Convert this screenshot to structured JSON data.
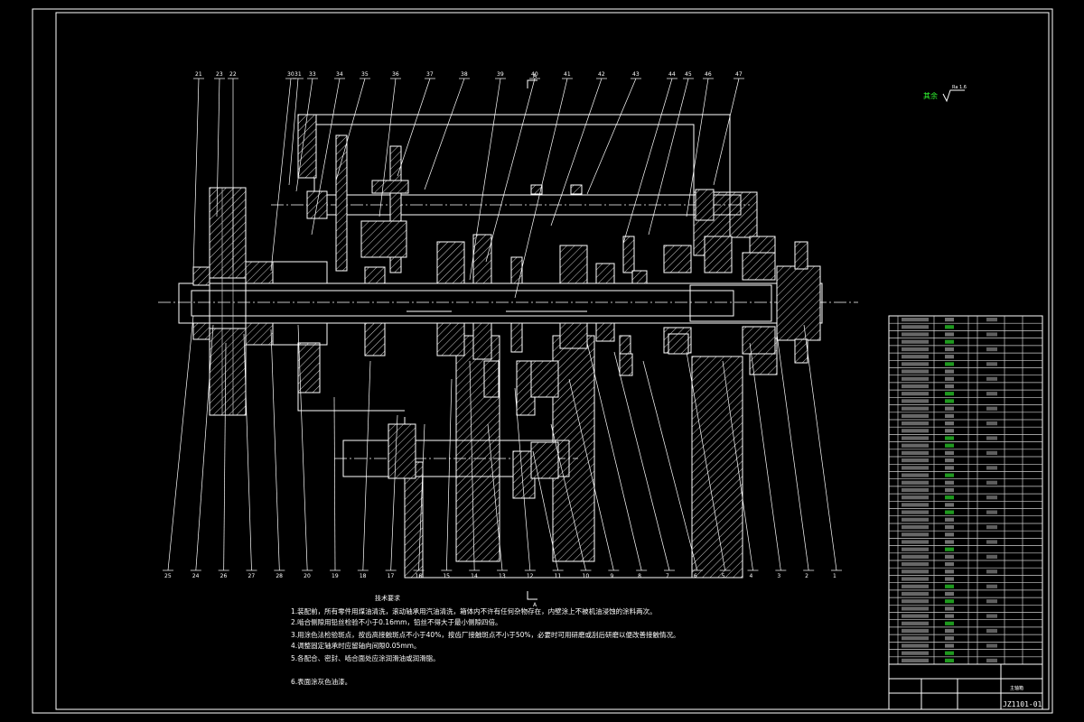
{
  "colors": {
    "background": "#000000",
    "line": "#ffffff",
    "highlight": "#33ff33"
  },
  "balloons_top": [
    "21",
    "23",
    "22",
    "30",
    "31",
    "33",
    "34",
    "35",
    "36",
    "37",
    "38",
    "39",
    "40",
    "41",
    "42",
    "43",
    "44",
    "45",
    "46",
    "47"
  ],
  "balloons_bottom": [
    "25",
    "24",
    "26",
    "27",
    "28",
    "20",
    "19",
    "18",
    "17",
    "16",
    "15",
    "14",
    "13",
    "12",
    "11",
    "10",
    "9",
    "8",
    "7",
    "6",
    "5",
    "4",
    "3",
    "2",
    "1"
  ],
  "section_marks": {
    "top": "A",
    "bottom": "A"
  },
  "surface_note": {
    "label": "其余",
    "value": "Ra 1.6"
  },
  "tech_requirements": {
    "title": "技术要求",
    "items": [
      "1.装配前，所有零件用煤油清洗，滚动轴承用汽油清洗，箱体内不许有任何杂物存在，内壁涂上不被机油浸蚀的涂料两次。",
      "2.啮合侧隙用铅丝检验不小于0.16mm，铅丝不得大于最小侧隙四倍。",
      "3.用涂色法检验斑点，按齿高接触斑点不小于40%，按齿厂接触斑点不小于50%，必要时可用研磨或刮后研磨以便改善接触情况。",
      "4.调整固定轴承时应留轴向间隙0.05mm。",
      "5.各配合、密封、啮合面处应涂润滑油或润滑脂。",
      "6.表面涂灰色油漆。"
    ]
  },
  "title_block": {
    "drawing_number": "JZ1101-01",
    "drawing_name": "主轴箱"
  }
}
